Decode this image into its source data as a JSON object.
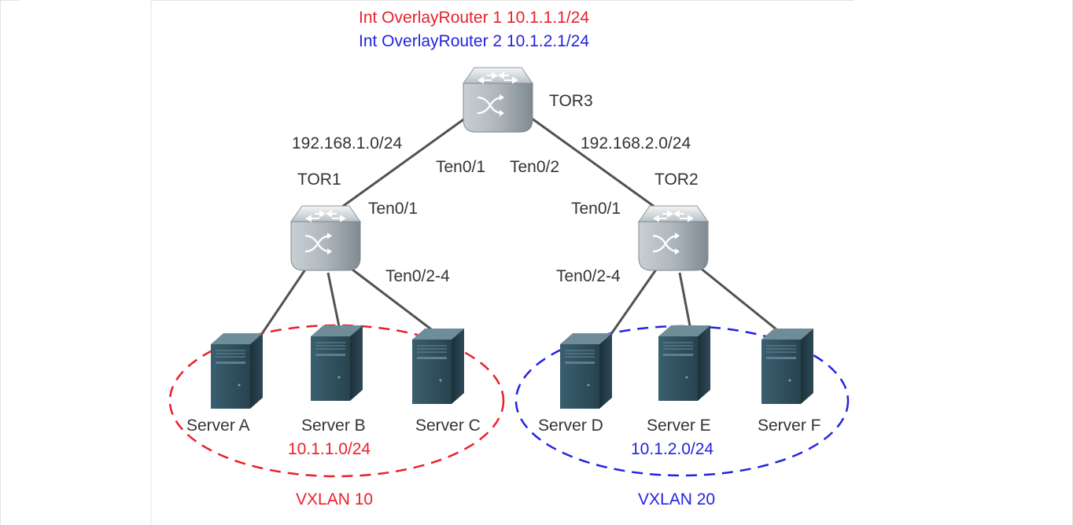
{
  "header": {
    "router1": "Int OverlayRouter 1 10.1.1.1/24",
    "router2": "Int OverlayRouter 2 10.1.2.1/24"
  },
  "switches": {
    "tor3": "TOR3",
    "tor1": "TOR1",
    "tor2": "TOR2"
  },
  "links": {
    "subnet_left": "192.168.1.0/24",
    "subnet_right": "192.168.2.0/24",
    "tor3_port_left": "Ten0/1",
    "tor3_port_right": "Ten0/2",
    "tor1_uplink": "Ten0/1",
    "tor2_uplink": "Ten0/1",
    "tor1_downlinks": "Ten0/2-4",
    "tor2_downlinks": "Ten0/2-4"
  },
  "servers": {
    "a": "Server A",
    "b": "Server B",
    "c": "Server C",
    "d": "Server D",
    "e": "Server E",
    "f": "Server F"
  },
  "groups": {
    "vxlan10_subnet": "10.1.1.0/24",
    "vxlan10_label": "VXLAN 10",
    "vxlan20_subnet": "10.1.2.0/24",
    "vxlan20_label": "VXLAN 20"
  },
  "colors": {
    "vxlan10": "#e8202a",
    "vxlan20": "#2323e0",
    "text": "#333333",
    "device": "#2e4e5c"
  }
}
